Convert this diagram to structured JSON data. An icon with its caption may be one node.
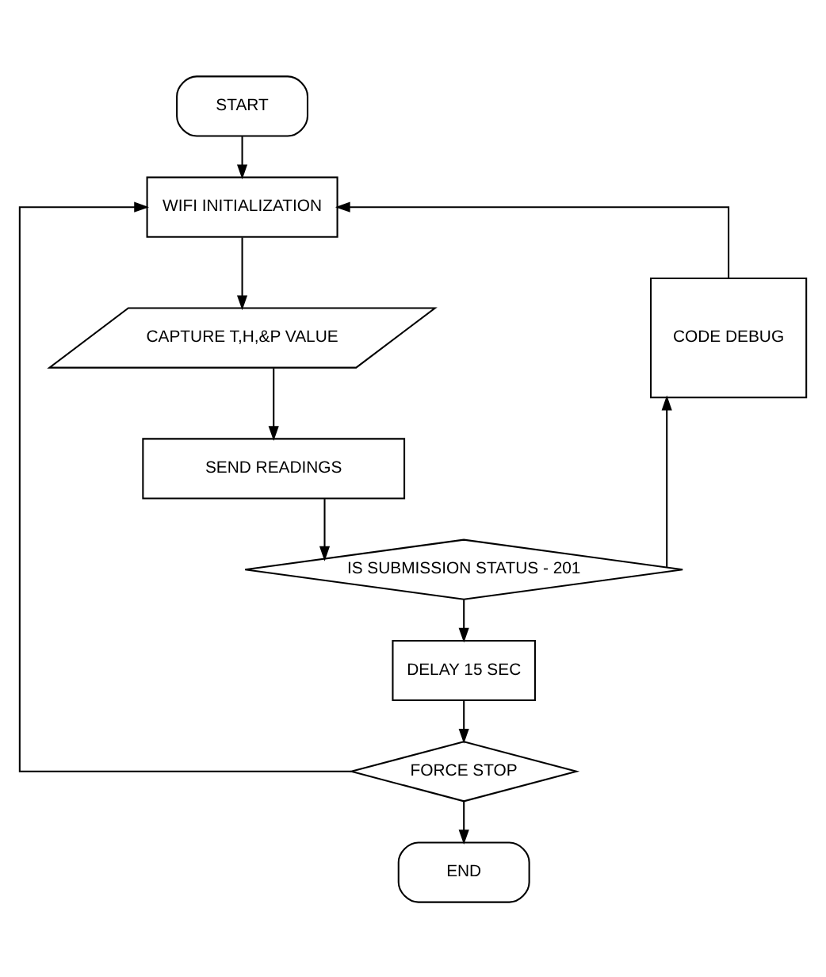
{
  "diagram": {
    "nodes": [
      {
        "text": [
          "START"
        ]
      },
      {
        "text": [
          "WIFI INITIALIZATION"
        ]
      },
      {
        "text": [
          "CAPTURE T,H,&P VALUE"
        ]
      },
      {
        "text": [
          "SEND READINGS"
        ]
      },
      {
        "text": [
          "IS SUBMISSION STATUS - 201"
        ]
      },
      {
        "text": [
          "DELAY 15 SEC"
        ]
      },
      {
        "text": [
          "FORCE STOP"
        ]
      },
      {
        "text": [
          "END"
        ]
      },
      {
        "text": [
          "CODE DEBUG"
        ]
      }
    ],
    "edges": [
      {
        "from": 0,
        "to": 1,
        "arrow": "to"
      },
      {
        "from": 1,
        "to": 2,
        "arrow": "to"
      },
      {
        "from": 2,
        "to": 3,
        "arrow": "to"
      },
      {
        "from": 3,
        "to": 4,
        "arrow": "to"
      },
      {
        "from": 4,
        "to": 8,
        "arrow": "to"
      },
      {
        "from": 8,
        "to": 1,
        "arrow": "to"
      },
      {
        "from": 4,
        "to": 5,
        "arrow": "to"
      },
      {
        "from": 5,
        "to": 6,
        "arrow": "to"
      },
      {
        "from": 6,
        "to": 1,
        "arrow": "to"
      },
      {
        "from": 6,
        "to": 7,
        "arrow": "to"
      }
    ]
  }
}
